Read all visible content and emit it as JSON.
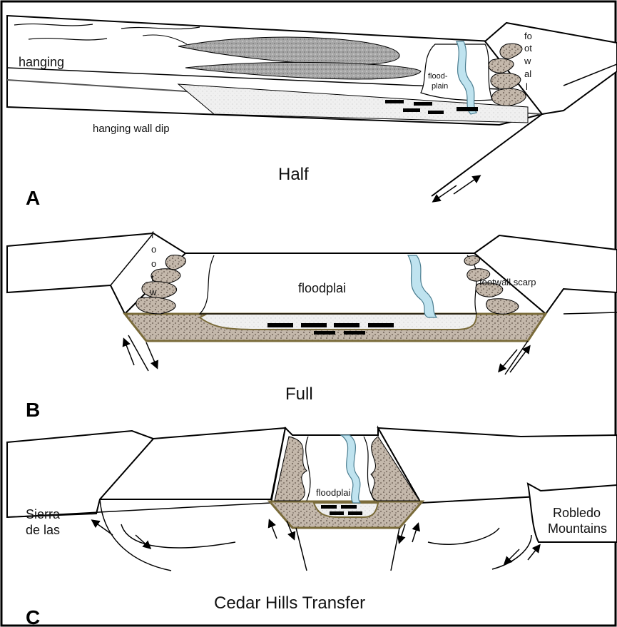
{
  "panels": {
    "a": {
      "letter": "A",
      "title": "Half",
      "labels": {
        "hanging": "hanging",
        "hanging_wall_dip": "hanging wall dip",
        "floodplain_line1": "flood-",
        "floodplain_line2": "plain",
        "footwall": [
          "fo",
          "ot",
          "w",
          "al",
          "l"
        ]
      }
    },
    "b": {
      "letter": "B",
      "title": "Full",
      "labels": {
        "footwall_left": [
          "f",
          "o",
          "o",
          "t",
          "w"
        ],
        "floodplain": "floodplai",
        "footwall_scarp": "footwall scarp"
      }
    },
    "c": {
      "letter": "C",
      "title": "Cedar Hills Transfer",
      "labels": {
        "sierra_line1": "Sierra",
        "sierra_line2": "de las",
        "floodplain": "floodplai",
        "robledo_line1": "Robledo",
        "robledo_line2": "Mountains"
      }
    }
  },
  "colors": {
    "river": "#bfe3ef",
    "fan_gravel": "#b9aca0",
    "grey_sand": "#9c9c9c",
    "basin_fill_border": "#7a6b3a"
  }
}
